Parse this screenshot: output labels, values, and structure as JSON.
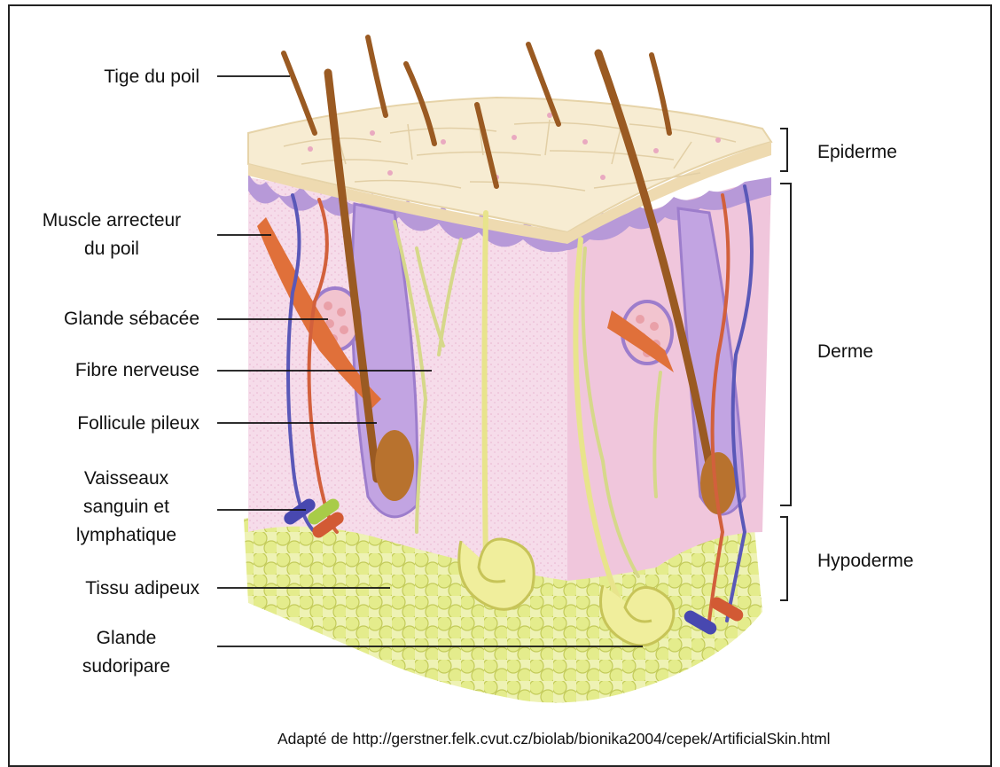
{
  "left_labels": {
    "tige": "Tige du poil",
    "muscle_l1": "Muscle arrecteur",
    "muscle_l2": "du poil",
    "sebacee": "Glande sébacée",
    "fibre": "Fibre nerveuse",
    "follicule": "Follicule pileux",
    "vaisseaux_l1": "Vaisseaux",
    "vaisseaux_l2": "sanguin et",
    "vaisseaux_l3": "lymphatique",
    "adipeux": "Tissu adipeux",
    "sudoripare_l1": "Glande",
    "sudoripare_l2": "sudoripare"
  },
  "right_labels": {
    "epiderme": "Epiderme",
    "derme": "Derme",
    "hypoderme": "Hypoderme"
  },
  "credit": "Adapté de http://gerstner.felk.cvut.cz/biolab/bionika2004/cepek/ArtificialSkin.html"
}
